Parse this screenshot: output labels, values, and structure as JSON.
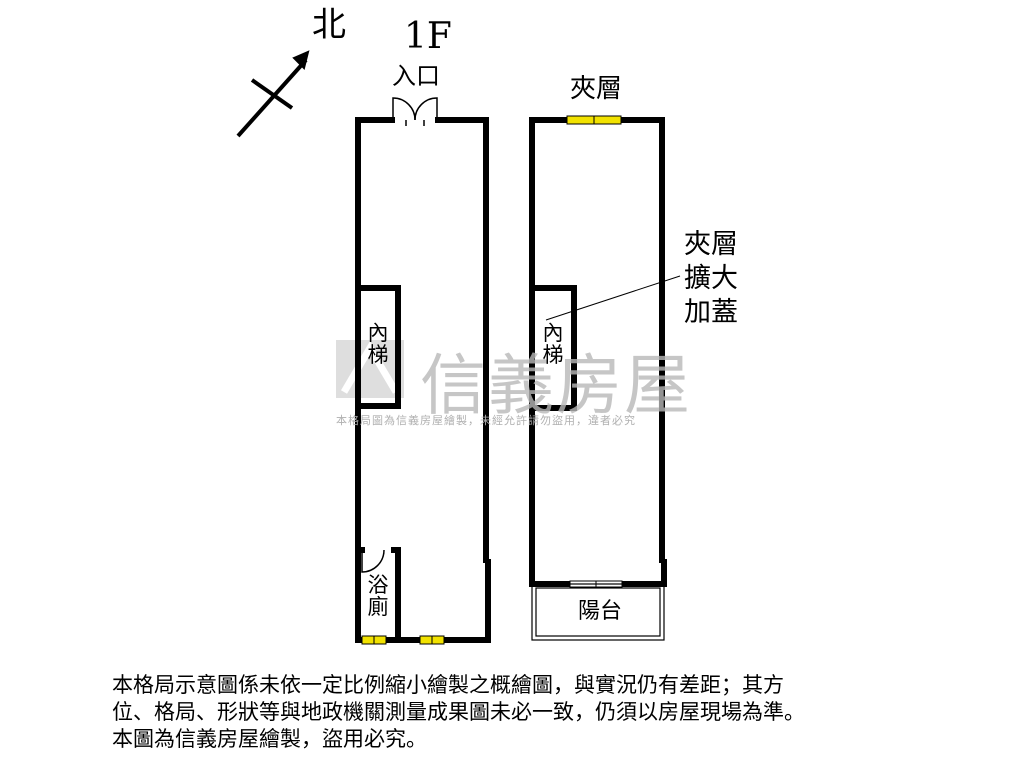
{
  "compass": {
    "north_label": "北"
  },
  "floors": [
    {
      "title": "1F",
      "entrance_label": "入口",
      "stair_label": "內梯",
      "bathroom_label": "浴廁"
    },
    {
      "title": "夾層",
      "stair_label": "內梯",
      "balcony_label": "陽台",
      "note": "夾層擴大加蓋"
    }
  ],
  "watermark": {
    "brand": "信義房屋",
    "notice": "本格局圖為信義房屋繪製，未經允許請勿盜用，違者必究"
  },
  "disclaimer": [
    "本格局示意圖係未依一定比例縮小繪製之概繪圖，與實況仍有差距；其方",
    "位、格局、形狀等與地政機關測量成果圖未必一致，仍須以房屋現場為準。",
    "本圖為信義房屋繪製，盜用必究。"
  ],
  "colors": {
    "wall": "#000000",
    "window": "#f2e200",
    "watermark": "#b8b8b8"
  }
}
